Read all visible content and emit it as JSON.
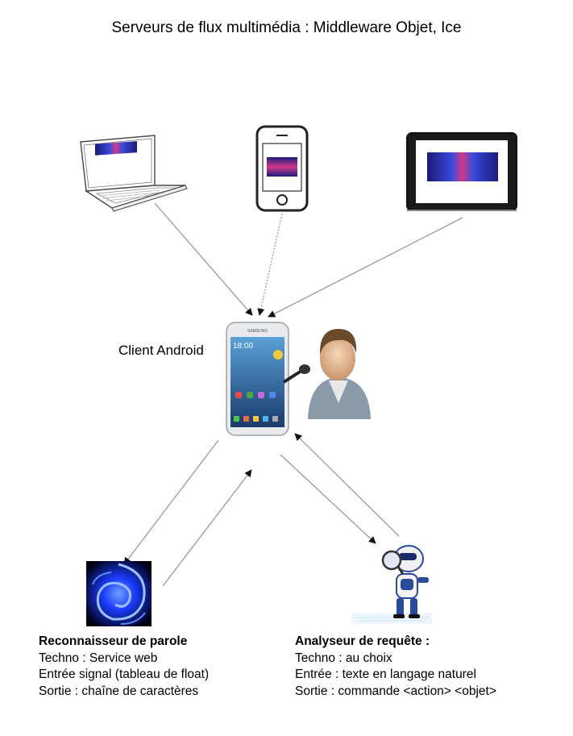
{
  "title": "Serveurs de flux multimédia : Middleware Objet, Ice",
  "client_label": "Client Android",
  "phone_screen": {
    "clock": "18:00",
    "brand": "SAMSUNG"
  },
  "speech_recognizer": {
    "heading": "Reconnaisseur de parole",
    "line1": "Techno : Service web",
    "line2": "Entrée signal (tableau de float)",
    "line3": "Sortie : chaîne de caractères"
  },
  "query_analyzer": {
    "heading": "Analyseur de requête :",
    "line1": "Techno : au choix",
    "line2": "Entrée : texte en langage naturel",
    "line3": "Sortie : commande <action> <objet>"
  },
  "colors": {
    "arrow": "#9a9a9a",
    "device_outline": "#333333",
    "swirl": "#1a3cff",
    "robot": "#2a4a9a"
  },
  "icons": [
    "laptop-icon",
    "smartphone-icon",
    "tablet-icon",
    "android-phone-icon",
    "user-microphone-icon",
    "speech-swirl-icon",
    "robot-magnifier-icon"
  ]
}
